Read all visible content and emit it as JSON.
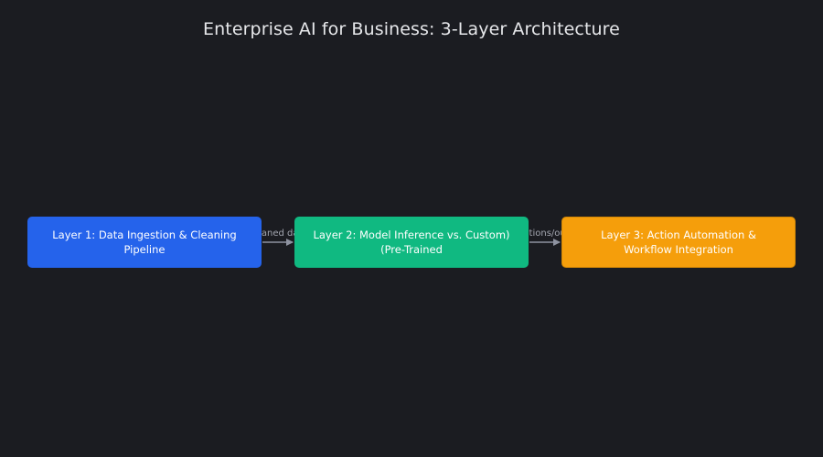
{
  "diagram": {
    "title": "Enterprise AI for Business: 3-Layer Architecture",
    "nodes": [
      {
        "id": "layer1",
        "label": "Layer 1: Data Ingestion & Cleaning Pipeline",
        "color": "#2563eb"
      },
      {
        "id": "layer2",
        "label": "Layer 2: Model Inference vs. Custom) (Pre-Trained",
        "color": "#10b981"
      },
      {
        "id": "layer3",
        "label": "Layer 3: Action Automation & Workflow Integration",
        "color": "#f59e0b"
      }
    ],
    "edges": [
      {
        "from": "layer1",
        "to": "layer2",
        "label": "cleaned data"
      },
      {
        "from": "layer2",
        "to": "layer3",
        "label": "predictions/outputs"
      }
    ],
    "colors": {
      "background": "#1b1c21",
      "edge": "#8e92a0",
      "text": "#ffffff"
    }
  }
}
